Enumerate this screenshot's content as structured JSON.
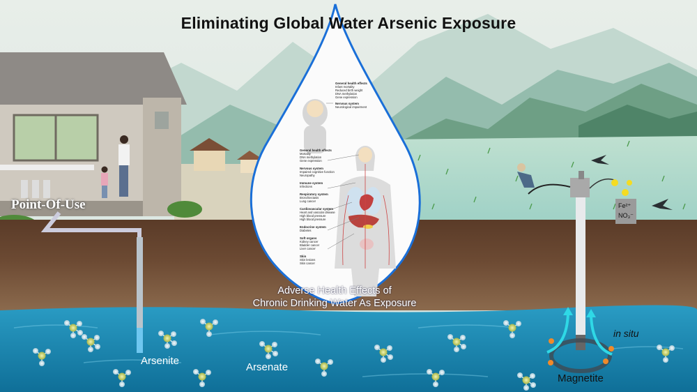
{
  "title": "Eliminating Global Water Arsenic Exposure",
  "labels": {
    "point_of_use": "Point-Of-Use",
    "arsenite": "Arsenite",
    "arsenate": "Arsenate",
    "magnetite": "Magnetite",
    "in_situ": "in situ",
    "ion_fe": "Fe²⁺",
    "ion_no3": "NO₃⁻"
  },
  "droplet": {
    "caption_line1": "Adverse Health Effects of",
    "caption_line2": "Chronic Drinking Water As Exposure",
    "child_effects": [
      {
        "heading": "General health effects",
        "items": [
          "Infant mortality",
          "Reduced birth weight",
          "DNA methylation",
          "Gene expression"
        ]
      },
      {
        "heading": "Nervous system",
        "items": [
          "Neurological impairment"
        ]
      }
    ],
    "adult_effects": [
      {
        "heading": "General health effects",
        "items": [
          "Mortality",
          "DNA methylation",
          "Gene expression"
        ]
      },
      {
        "heading": "Nervous system",
        "items": [
          "Impaired cognitive function",
          "Neuropathy"
        ]
      },
      {
        "heading": "Immune system",
        "items": [
          "Infections"
        ]
      },
      {
        "heading": "Respiratory system",
        "items": [
          "Bronchiectasis",
          "Lung cancer"
        ]
      },
      {
        "heading": "Cardiovascular system",
        "items": [
          "Heart and vascular disease",
          "High blood pressure",
          "High blood pressure"
        ]
      },
      {
        "heading": "Endocrine system",
        "items": [
          "Diabetes"
        ]
      },
      {
        "heading": "Soft organs",
        "items": [
          "Kidney cancer",
          "Bladder cancer",
          "Liver cancer"
        ]
      },
      {
        "heading": "Skin",
        "items": [
          "Skin lesions",
          "Skin cancer"
        ]
      }
    ]
  },
  "colors": {
    "water": "#1a7fa6",
    "soil": "#6a4630",
    "droplet_outline": "#1a6fd8",
    "arrow": "#22d5e0"
  }
}
